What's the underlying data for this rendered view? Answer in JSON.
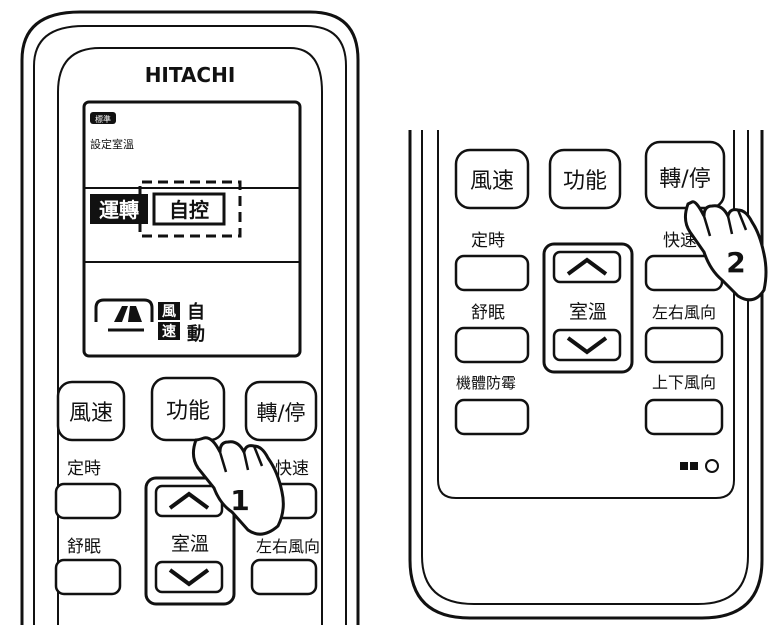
{
  "left_remote": {
    "brand": "HITACHI",
    "lcd": {
      "small_badge": "標準",
      "set_temp_label": "設定室溫",
      "mode_running": "運轉",
      "mode_auto": "自控",
      "fan_label_top": "風",
      "fan_label_bottom": "速",
      "fan_auto_top": "自",
      "fan_auto_bottom": "動"
    },
    "buttons": {
      "fan_speed": "風速",
      "function": "功能",
      "run_stop": "轉/停",
      "timer": "定時",
      "quick": "快速",
      "sleep": "舒眠",
      "room_temp": "室溫",
      "lr_swing": "左右風向"
    },
    "step": "1"
  },
  "right_remote": {
    "buttons": {
      "fan_speed": "風速",
      "function": "功能",
      "run_stop": "轉/停",
      "timer": "定時",
      "quick": "快速",
      "sleep": "舒眠",
      "room_temp": "室溫",
      "lr_swing": "左右風向",
      "anti_mold": "機體防霉",
      "ud_swing": "上下風向"
    },
    "step": "2"
  }
}
